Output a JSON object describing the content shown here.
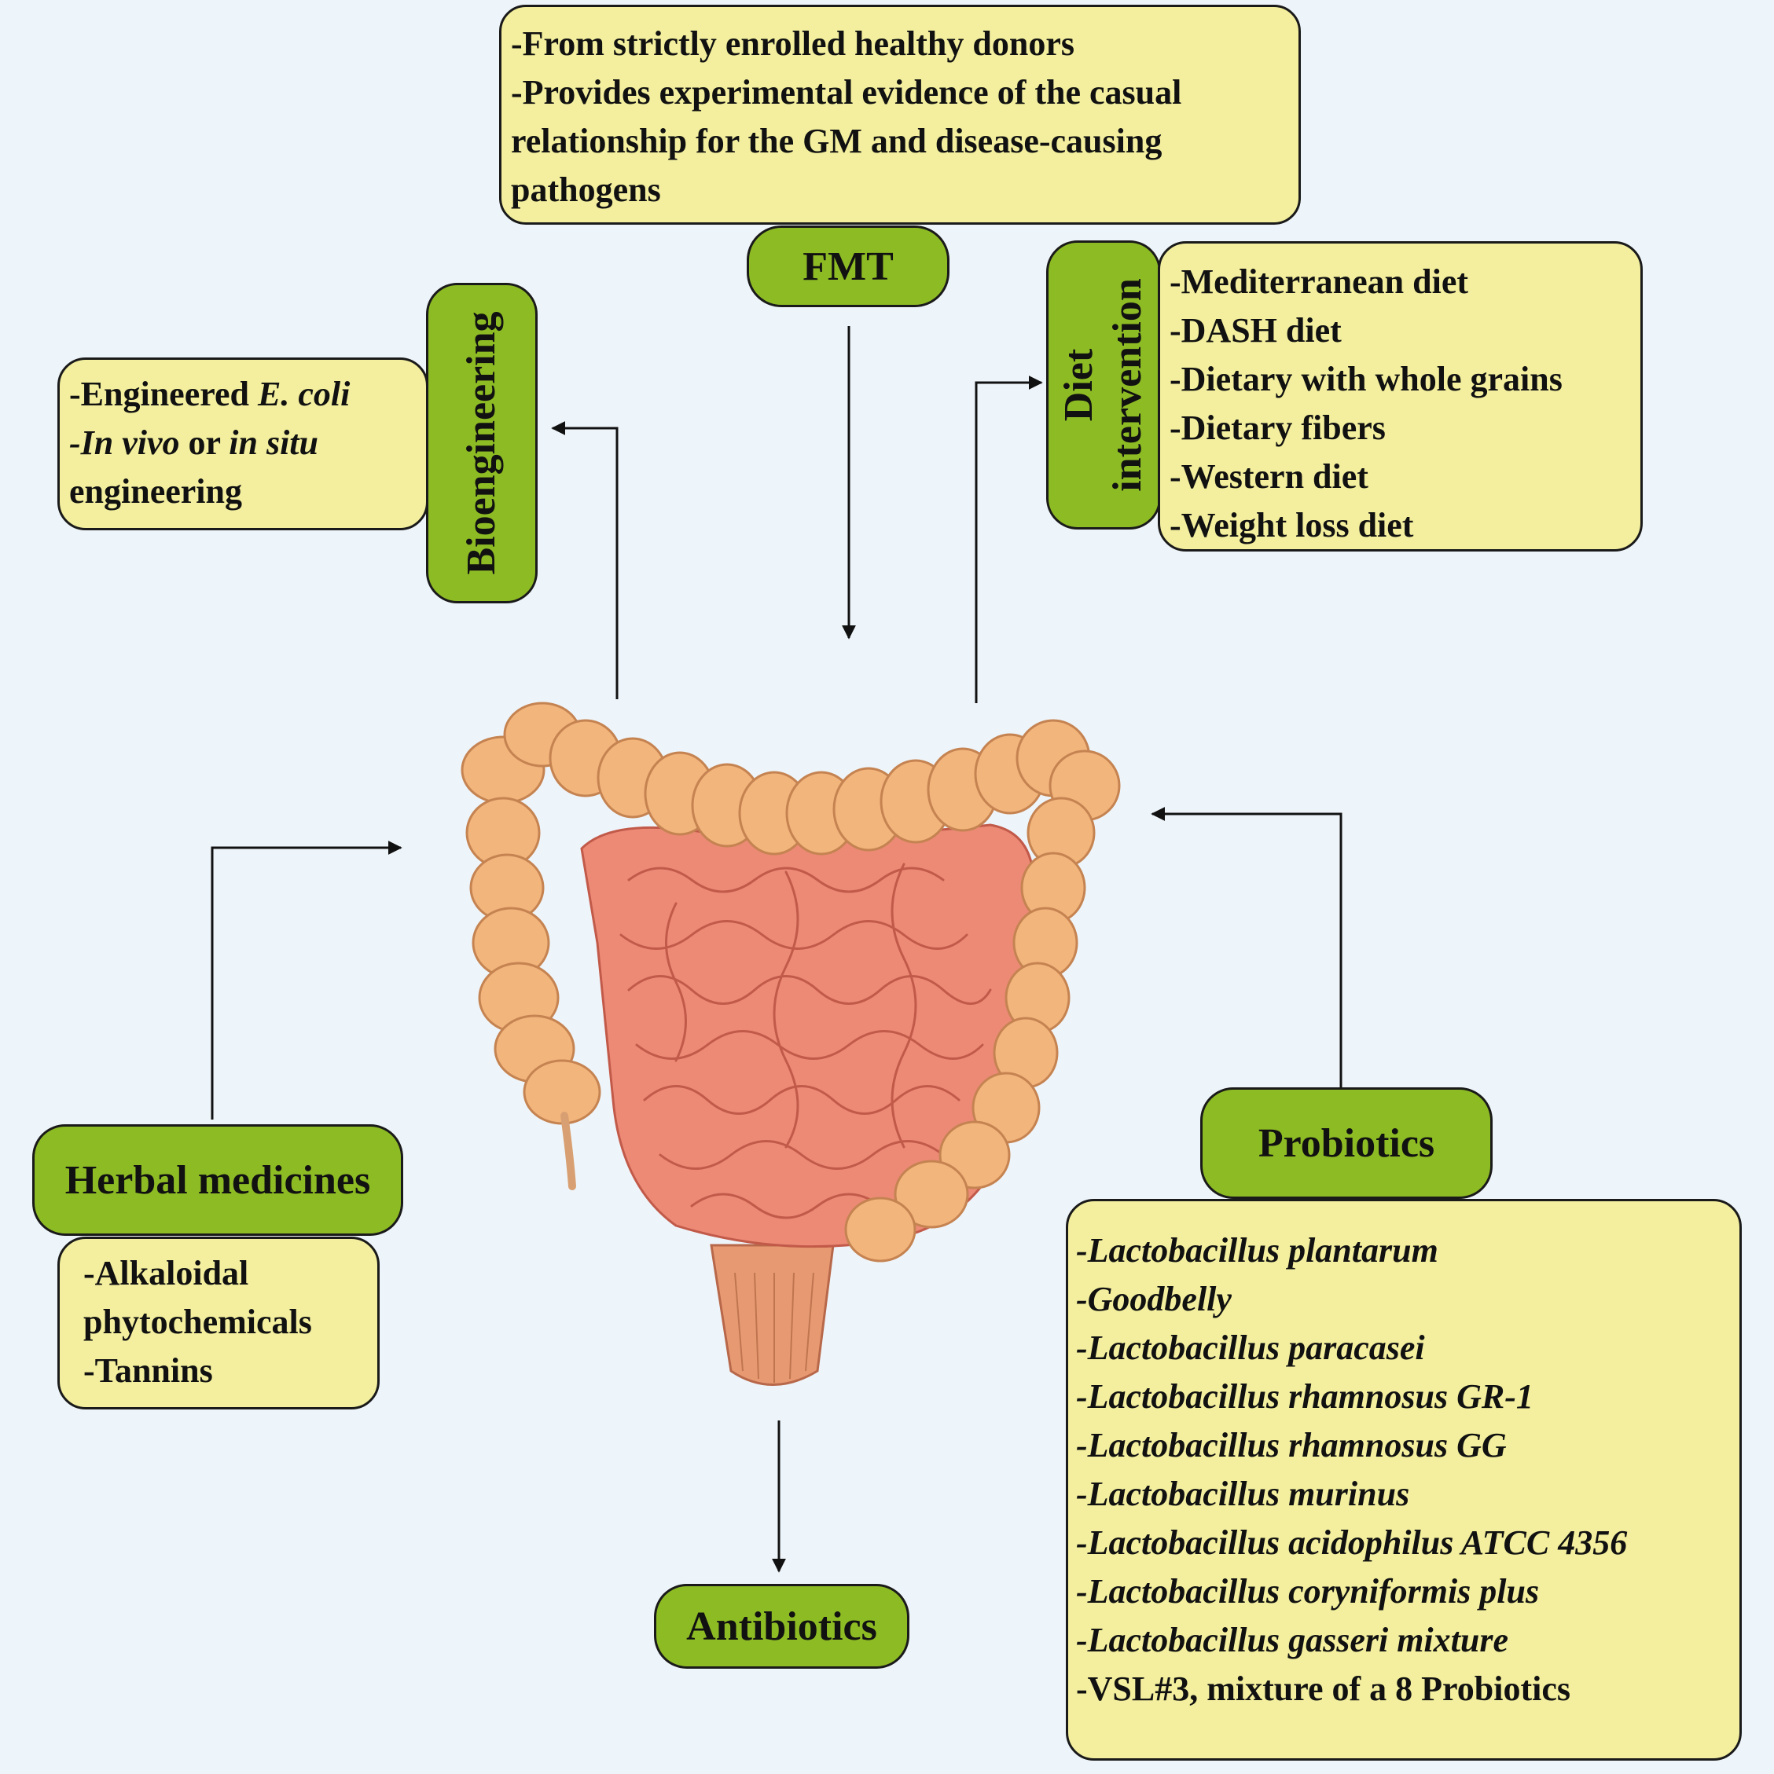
{
  "fmt": {
    "label": "FMT",
    "lines": [
      "-From strictly enrolled healthy donors",
      "-Provides experimental evidence of the casual",
      "relationship for the GM and disease-causing",
      "pathogens"
    ]
  },
  "bioengineering": {
    "label": "Bioengineering",
    "line1_prefix": "-Engineered ",
    "line1_italic": "E. coli",
    "line2_italic_a": "-In vivo",
    "line2_mid": " or ",
    "line2_italic_b": "in situ",
    "line3": "engineering"
  },
  "diet": {
    "label_line1": "Diet",
    "label_line2": "intervention",
    "items": [
      "-Mediterranean diet",
      "-DASH diet",
      "-Dietary with whole grains",
      "-Dietary fibers",
      "-Western diet",
      "-Weight loss diet"
    ]
  },
  "herbal": {
    "label": "Herbal medicines",
    "items": [
      "-Alkaloidal",
      "phytochemicals",
      "-Tannins"
    ]
  },
  "probiotics": {
    "label": "Probiotics",
    "items": [
      "-Lactobacillus plantarum",
      "-Goodbelly",
      "-Lactobacillus paracasei",
      "-Lactobacillus rhamnosus GR-1",
      "-Lactobacillus rhamnosus GG",
      "-Lactobacillus murinus",
      "-Lactobacillus acidophilus ATCC 4356",
      "-Lactobacillus coryniformis plus",
      "-Lactobacillus gasseri mixture"
    ],
    "last_item": "-VSL#3, mixture of a 8 Probiotics"
  },
  "antibiotics": {
    "label": "Antibiotics"
  },
  "colors": {
    "background": "#eef5fa",
    "box_fill": "#f3ef9e",
    "label_fill": "#8dbb24",
    "colon": "#f2b57c",
    "small_intestine": "#ec8a76"
  }
}
